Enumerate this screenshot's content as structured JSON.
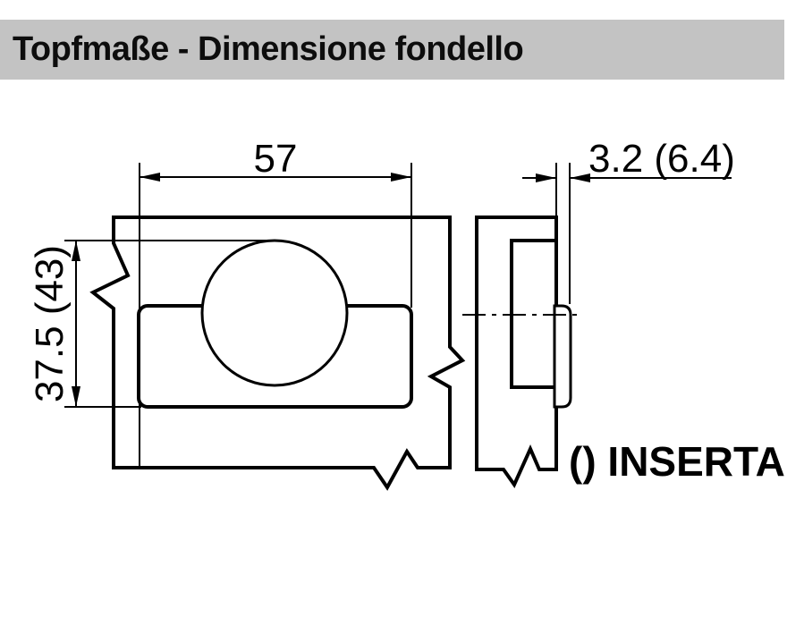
{
  "title": "Topfmaße - Dimensione fondello",
  "colors": {
    "header_bg": "#c3c3c3",
    "panel_fill": "#e2e2e2",
    "hole_fill": "#ffffff",
    "line": "#000000"
  },
  "dimensions": {
    "cup_width": "57",
    "cup_height": "37.5 (43)",
    "protrusion": "3.2 (6.4)"
  },
  "labels": {
    "inserta": "() INSERTA"
  }
}
